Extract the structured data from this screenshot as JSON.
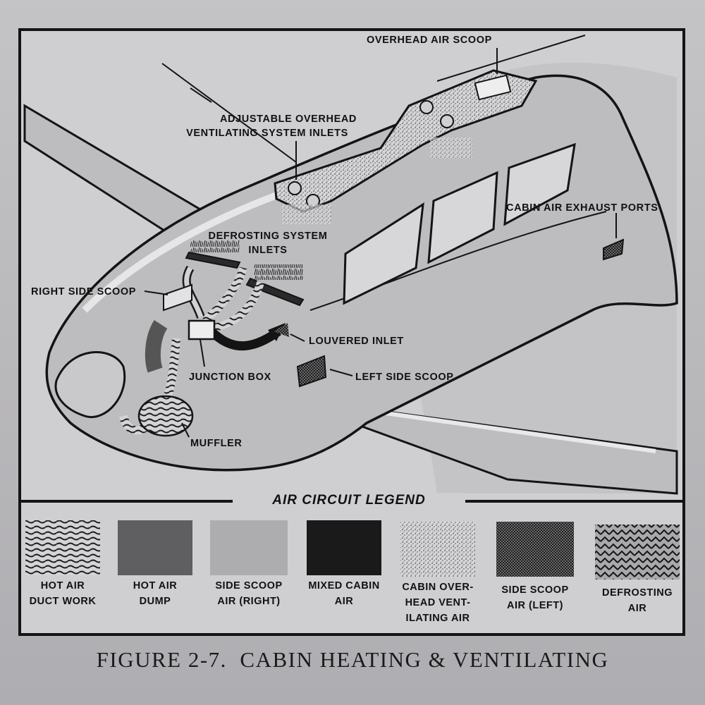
{
  "callouts": {
    "overhead_air_scoop": "OVERHEAD AIR SCOOP",
    "adjustable_overhead_line1": "ADJUSTABLE OVERHEAD",
    "adjustable_overhead_line2": "VENTILATING SYSTEM INLETS",
    "cabin_air_exhaust_ports": "CABIN AIR EXHAUST PORTS",
    "defrosting_line1": "DEFROSTING SYSTEM",
    "defrosting_line2": "INLETS",
    "right_side_scoop": "RIGHT SIDE SCOOP",
    "louvered_inlet": "LOUVERED INLET",
    "junction_box": "JUNCTION BOX",
    "left_side_scoop": "LEFT SIDE SCOOP",
    "muffler": "MUFFLER"
  },
  "legend": {
    "title": "AIR CIRCUIT LEGEND",
    "items": [
      {
        "line1": "HOT AIR",
        "line2": "DUCT WORK",
        "line3": "",
        "pattern": "wavy-lines"
      },
      {
        "line1": "HOT AIR",
        "line2": "DUMP",
        "line3": "",
        "pattern": "solid-medium-gray"
      },
      {
        "line1": "SIDE SCOOP",
        "line2": "AIR (RIGHT)",
        "line3": "",
        "pattern": "light-gray"
      },
      {
        "line1": "MIXED CABIN",
        "line2": "AIR",
        "line3": "",
        "pattern": "solid-dark"
      },
      {
        "line1": "CABIN OVER-",
        "line2": "HEAD VENT-",
        "line3": "ILATING AIR",
        "pattern": "stipple"
      },
      {
        "line1": "SIDE SCOOP",
        "line2": "AIR (LEFT)",
        "line3": "",
        "pattern": "crosshatch"
      },
      {
        "line1": "DEFROSTING",
        "line2": "AIR",
        "line3": "",
        "pattern": "chevron"
      }
    ]
  },
  "caption": "FIGURE 2-7.  CABIN HEATING & VENTILATING",
  "colors": {
    "ink": "#141414",
    "fuselage": "#bdbcbf",
    "highlight": "#e6e6e7",
    "panel": "#cfcfd1"
  }
}
